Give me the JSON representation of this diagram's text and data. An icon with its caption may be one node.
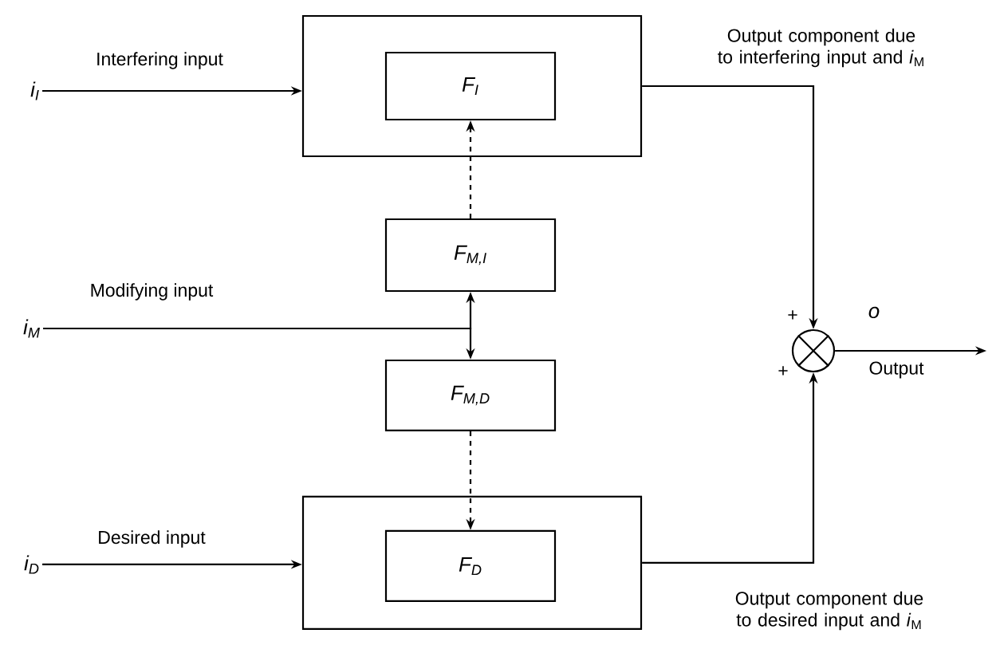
{
  "diagram": {
    "nodes": [
      {
        "text": [
          "i$_{I}$"
        ]
      },
      {
        "text": [],
        "shape": "box"
      },
      {
        "text": [
          "F$_{I}$"
        ],
        "in": 1
      },
      {
        "text": [
          "F$_{M,I}$"
        ]
      },
      {
        "text": [
          "i$_{M}$"
        ]
      },
      {
        "text": [
          "F$_{M,D}$"
        ]
      },
      {
        "text": [
          "i$_{D}$"
        ]
      },
      {
        "text": [],
        "shape": "box"
      },
      {
        "text": [
          "F$_{D}$"
        ],
        "in": 7
      },
      {
        "text": [],
        "shape": "circle"
      }
    ],
    "edges": [
      {
        "from": 0,
        "to": 1,
        "arrow": "to",
        "label": "Interfering input"
      },
      {
        "from": 4,
        "to": 3,
        "arrow": "to",
        "label": "Modifying input"
      },
      {
        "from": 4,
        "to": 5,
        "arrow": "to"
      },
      {
        "from": 3,
        "to": 2,
        "arrow": "to",
        "style": "dashed"
      },
      {
        "from": 5,
        "to": 8,
        "arrow": "to",
        "style": "dashed"
      },
      {
        "from": 6,
        "to": 7,
        "arrow": "to",
        "label": "Desired input"
      },
      {
        "from": 1,
        "to": 9,
        "arrow": "to",
        "label": "Output component due to interfering input and *i*$_{M}$"
      },
      {
        "from": 7,
        "to": 9,
        "arrow": "to",
        "label": "Output component due to desired input and *i*$_{M}$"
      },
      {
        "from": 9,
        "to": null,
        "arrow": "to",
        "label": "o"
      }
    ],
    "labels": [
      "+",
      "+",
      "Output"
    ]
  }
}
